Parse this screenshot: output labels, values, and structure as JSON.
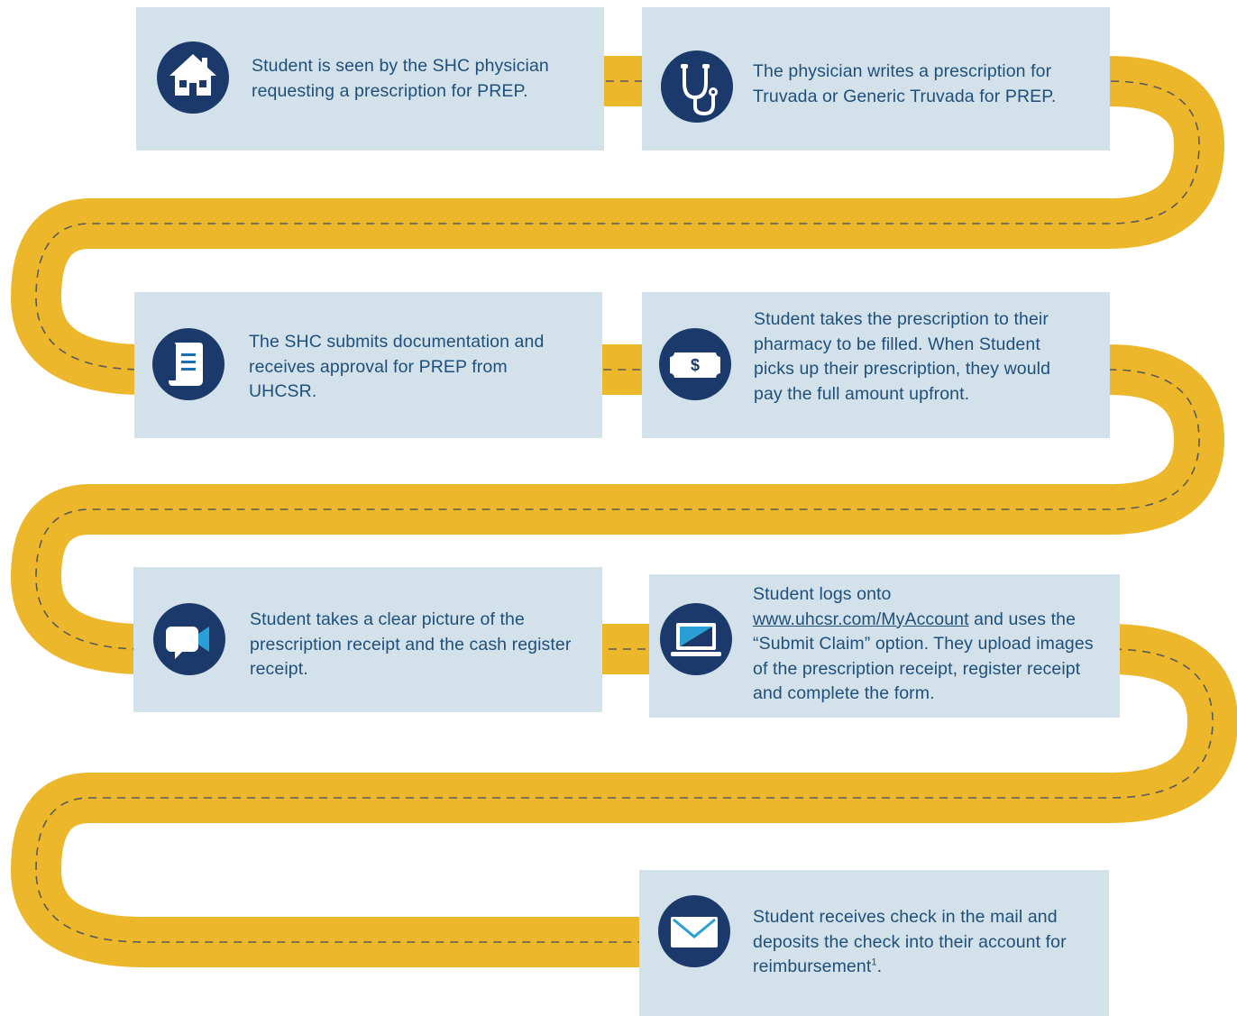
{
  "colors": {
    "road": "#edb72b",
    "dash": "#5a5a5a",
    "card": "#d3e2ea",
    "icon_bg": "#1b3a6b",
    "text": "#1f4f7a"
  },
  "steps": [
    {
      "icon": "house-icon",
      "text": "Student is seen by the SHC physician requesting a prescription for PREP."
    },
    {
      "icon": "stethoscope-icon",
      "text": "The physician writes a prescription for Truvada or Generic Truvada for PREP."
    },
    {
      "icon": "document-icon",
      "text": "The SHC submits documentation and receives approval for PREP from UHCSR."
    },
    {
      "icon": "dollar-bill-icon",
      "text": "Student takes the prescription to their pharmacy to be filled. When Student picks up their prescription, they would pay the full amount upfront."
    },
    {
      "icon": "video-camera-icon",
      "text": "Student takes a clear picture of the prescription receipt and the cash register receipt."
    },
    {
      "icon": "laptop-icon",
      "text_before": "Student logs onto",
      "link": "www.uhcsr.com/MyAccount",
      "text_after": "and uses the “Submit Claim” option. They upload images of the prescription receipt, register receipt and complete the form."
    },
    {
      "icon": "envelope-icon",
      "text": "Student receives check in the mail and deposits the check into their account for reimbursement",
      "footnote": "1",
      "text_end": "."
    }
  ]
}
